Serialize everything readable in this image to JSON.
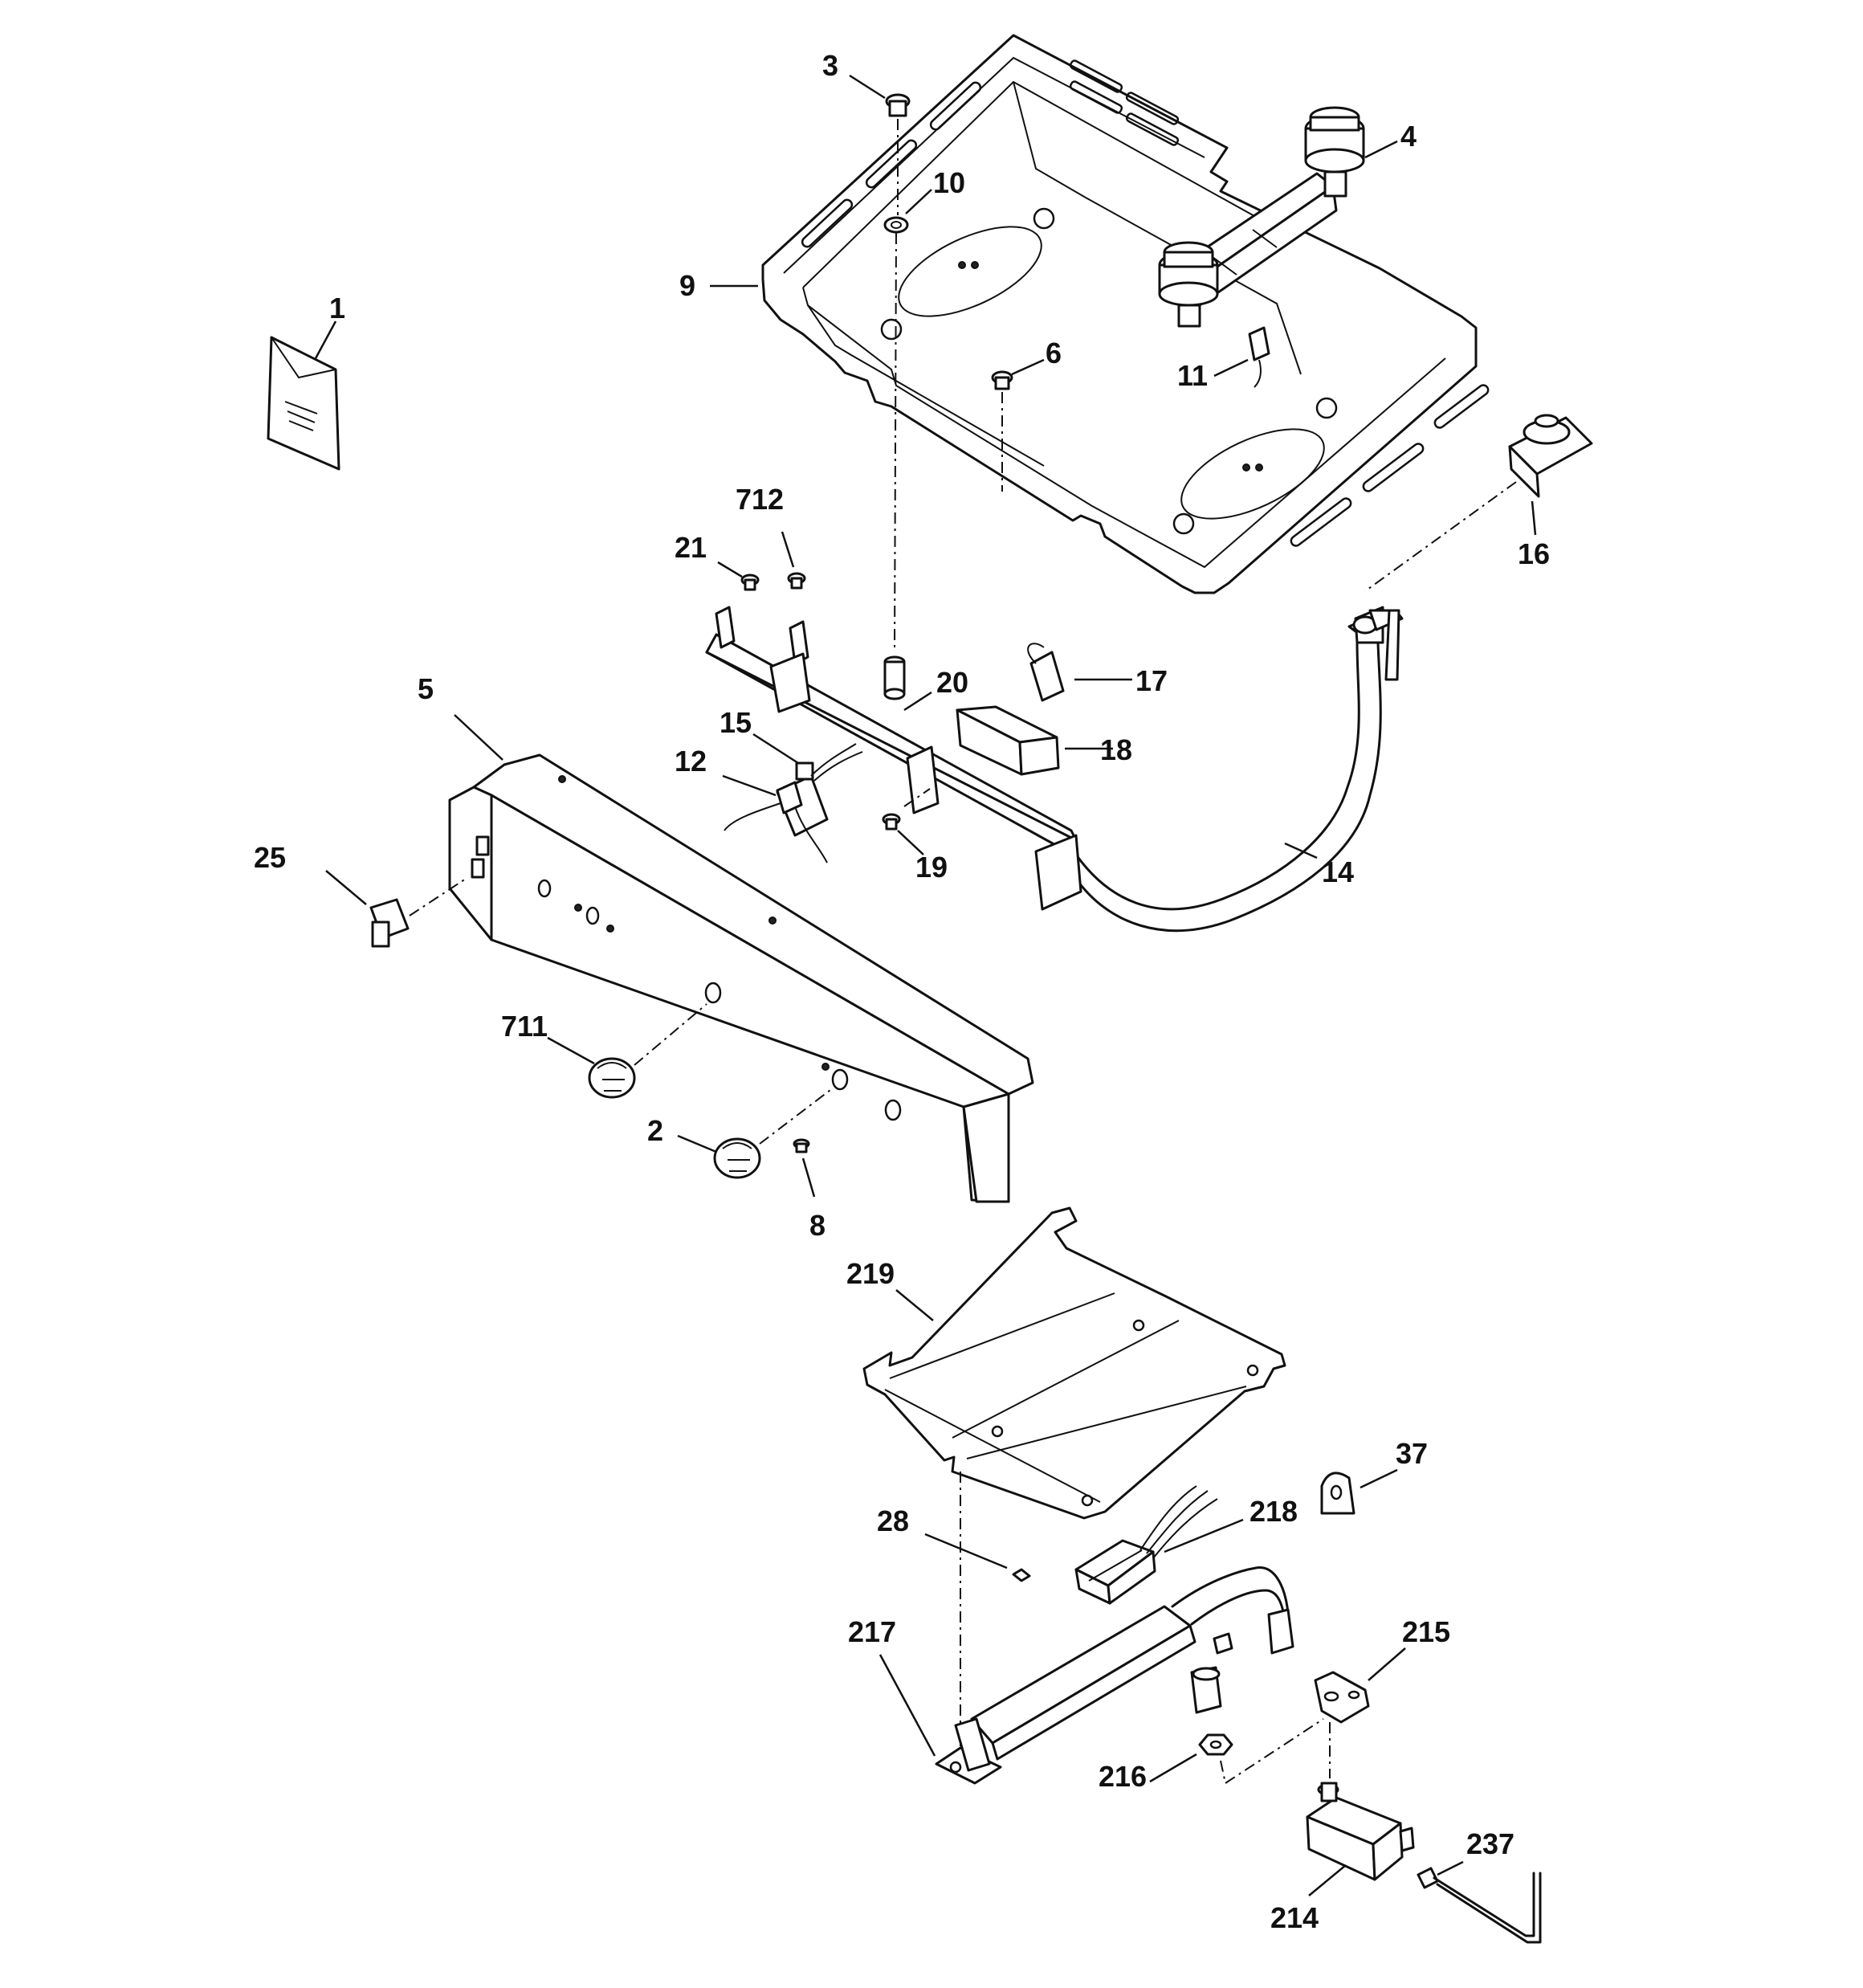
{
  "diagram": {
    "callouts": {
      "c1": "1",
      "c2": "2",
      "c3": "3",
      "c4": "4",
      "c5": "5",
      "c6": "6",
      "c8": "8",
      "c9": "9",
      "c10": "10",
      "c11": "11",
      "c12": "12",
      "c14": "14",
      "c15": "15",
      "c16": "16",
      "c17": "17",
      "c18": "18",
      "c19": "19",
      "c20": "20",
      "c21": "21",
      "c25": "25",
      "c28": "28",
      "c37": "37",
      "c214": "214",
      "c215": "215",
      "c216": "216",
      "c217": "217",
      "c218": "218",
      "c219": "219",
      "c237": "237",
      "c711": "711",
      "c712": "712"
    }
  }
}
